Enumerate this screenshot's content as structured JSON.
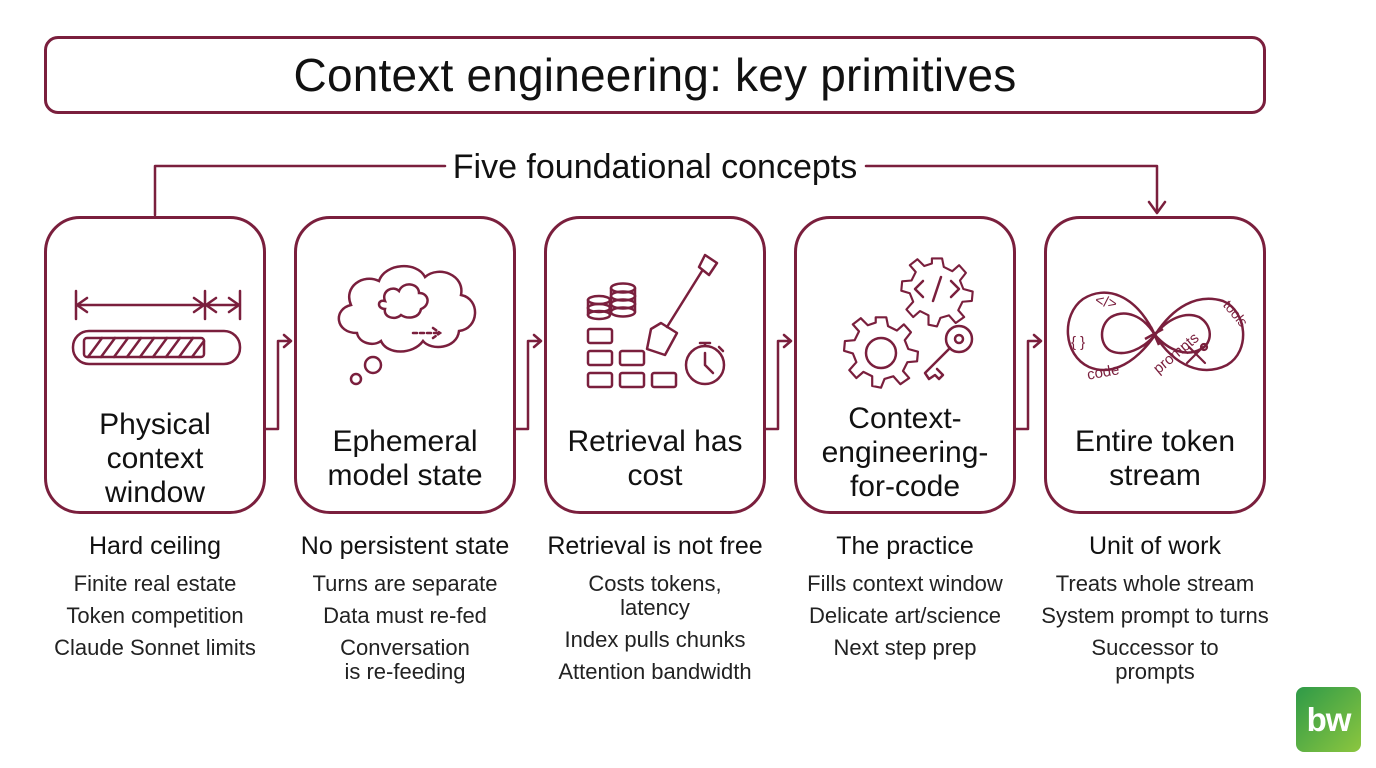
{
  "title": "Context engineering: key primitives",
  "subtitle": "Five foundational concepts",
  "accent_color": "#7a1f3d",
  "concepts": [
    {
      "label": "Physical context window",
      "icon": "progress-bar-icon",
      "heading": "Hard ceiling",
      "points": [
        "Finite real estate",
        "Token competition",
        "Claude Sonnet limits"
      ]
    },
    {
      "label": "Ephemeral model state",
      "icon": "thought-bubble-icon",
      "heading": "No persistent state",
      "points": [
        "Turns are separate",
        "Data must re-fed",
        "Conversation is re-feeding"
      ]
    },
    {
      "label": "Retrieval has cost",
      "icon": "shovel-coins-icon",
      "heading": "Retrieval is not free",
      "points": [
        "Costs tokens, latency",
        "Index pulls chunks",
        "Attention bandwidth"
      ]
    },
    {
      "label": "Context-engineering-for-code",
      "icon": "gears-key-icon",
      "heading": "The practice",
      "points": [
        "Fills context window",
        "Delicate art/science",
        "Next step prep"
      ]
    },
    {
      "label": "Entire token stream",
      "icon": "infinity-loop-icon",
      "icon_text": [
        "</>",
        "{ }",
        "code",
        "prompts",
        "tools"
      ],
      "heading": "Unit of work",
      "points": [
        "Treats whole stream",
        "System prompt to turns",
        "Successor to prompts"
      ]
    }
  ],
  "logo": {
    "text": "bw",
    "colors": [
      "#2e9a48",
      "#8cc63f"
    ]
  }
}
